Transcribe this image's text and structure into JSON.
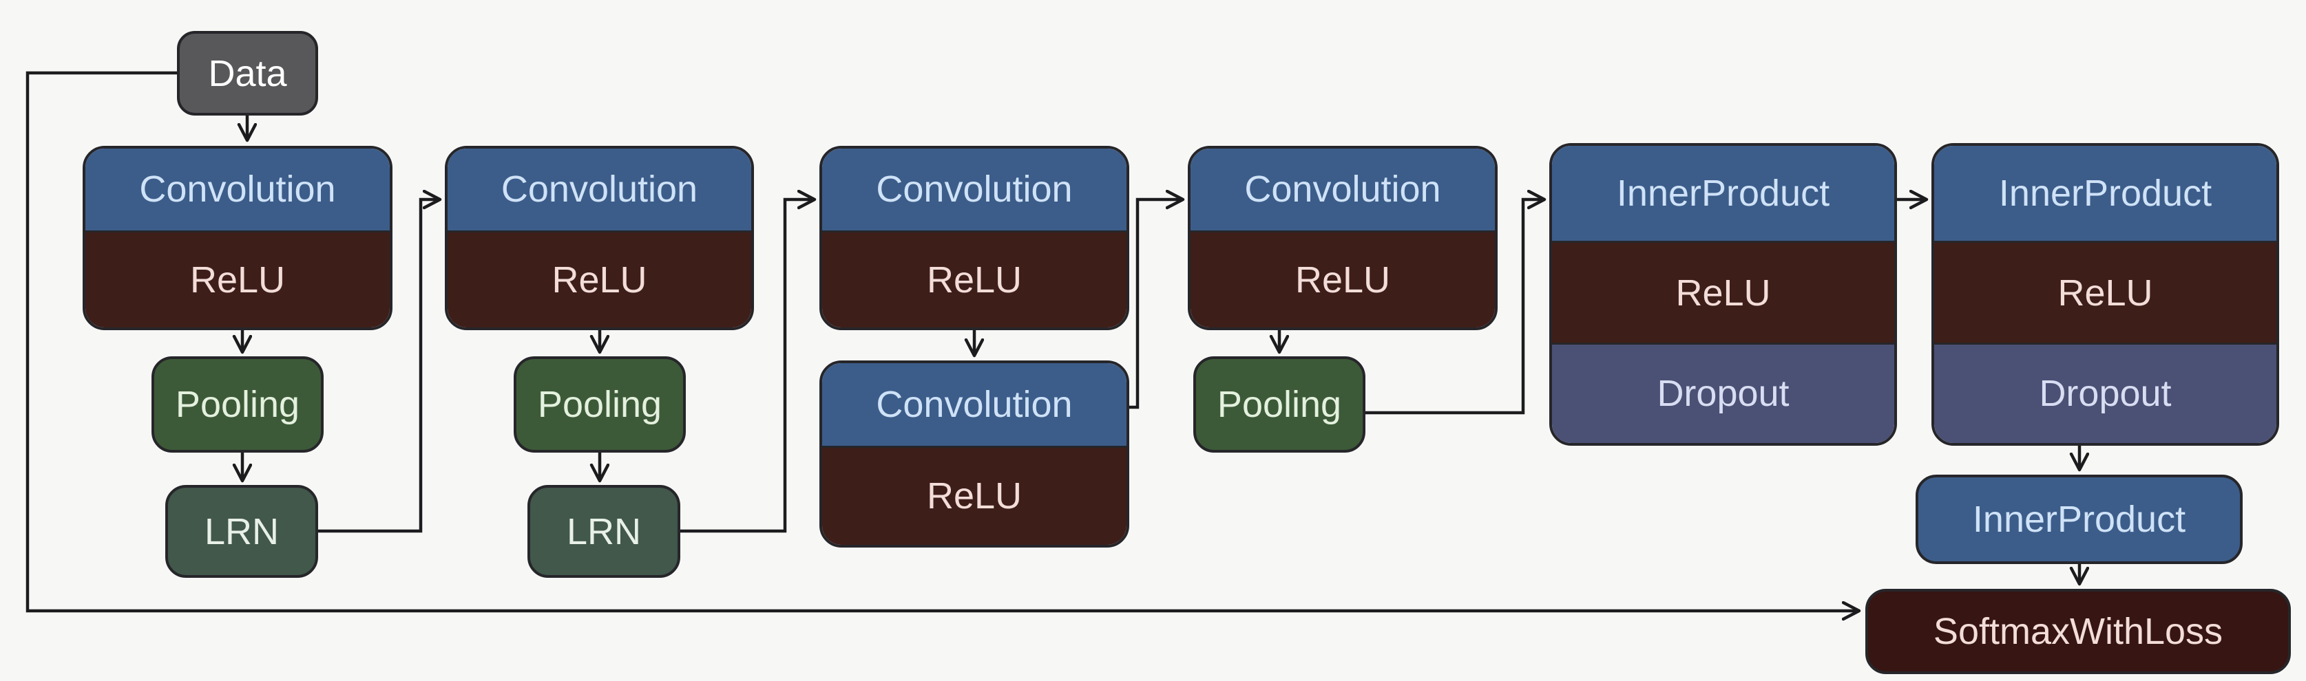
{
  "colors": {
    "background": "#f7f8f6",
    "edge": "#1c1c1e",
    "border": "#26262a",
    "convolution": "#3c5d8a",
    "convolution_text": "#cfe2f7",
    "innerproduct": "#3c5d8a",
    "innerproduct_text": "#cfe2f7",
    "relu": "#3e1e19",
    "relu_text": "#f3ddd9",
    "pooling": "#3d5a38",
    "pooling_text": "#e4f1de",
    "lrn": "#41584b",
    "lrn_text": "#e8f0e8",
    "dropout": "#4b5175",
    "dropout_text": "#d9ddf2",
    "data": "#58585a",
    "data_text": "#ffffff",
    "softmax": "#371512",
    "softmax_text": "#f3ddd9"
  },
  "nodes": {
    "data": {
      "label": "Data"
    },
    "conv1": {
      "sections": [
        {
          "label": "Convolution"
        },
        {
          "label": "ReLU"
        }
      ]
    },
    "pool1": {
      "label": "Pooling"
    },
    "lrn1": {
      "label": "LRN"
    },
    "conv2": {
      "sections": [
        {
          "label": "Convolution"
        },
        {
          "label": "ReLU"
        }
      ]
    },
    "pool2": {
      "label": "Pooling"
    },
    "lrn2": {
      "label": "LRN"
    },
    "conv3a": {
      "sections": [
        {
          "label": "Convolution"
        },
        {
          "label": "ReLU"
        }
      ]
    },
    "conv3b": {
      "sections": [
        {
          "label": "Convolution"
        },
        {
          "label": "ReLU"
        }
      ]
    },
    "conv4": {
      "sections": [
        {
          "label": "Convolution"
        },
        {
          "label": "ReLU"
        }
      ]
    },
    "pool4": {
      "label": "Pooling"
    },
    "ip5": {
      "sections": [
        {
          "label": "InnerProduct"
        },
        {
          "label": "ReLU"
        },
        {
          "label": "Dropout"
        }
      ]
    },
    "ip6": {
      "sections": [
        {
          "label": "InnerProduct"
        },
        {
          "label": "ReLU"
        },
        {
          "label": "Dropout"
        }
      ]
    },
    "ip7": {
      "label": "InnerProduct"
    },
    "swl": {
      "label": "SoftmaxWithLoss"
    }
  }
}
